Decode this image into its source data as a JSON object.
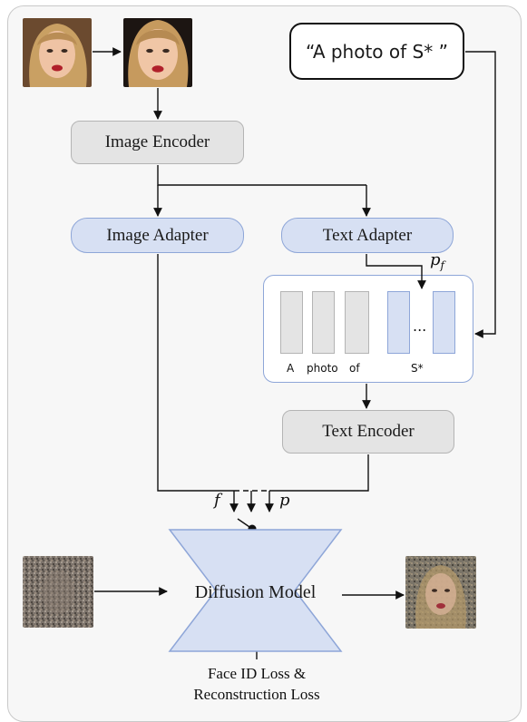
{
  "prompt_text": "“A photo of S* ”",
  "nodes": {
    "image_encoder": "Image Encoder",
    "image_adapter": "Image Adapter",
    "text_adapter": "Text Adapter",
    "text_encoder": "Text Encoder",
    "diffusion_model": "Diffusion Model"
  },
  "tokens": {
    "a": "A",
    "photo": "photo",
    "of": "of",
    "s_star": "S*",
    "ellipsis": "..."
  },
  "symbols": {
    "p": "p",
    "f": "f",
    "pf_base": "p",
    "pf_sub": "f"
  },
  "loss_caption": {
    "line1": "Face ID Loss &",
    "line2": "Reconstruction Loss"
  },
  "colors": {
    "encoder_gray": "#e4e4e4",
    "adapter_blue": "#d7e0f3",
    "blue_border": "#8ea6d8",
    "arrow": "#111111"
  }
}
